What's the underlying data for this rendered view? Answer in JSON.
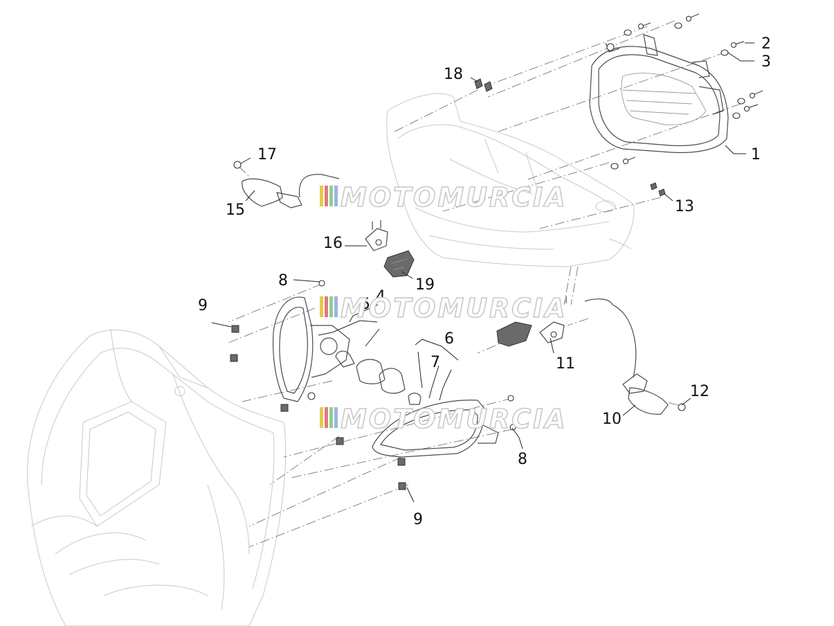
{
  "watermark": {
    "text": "MOTOMURCIA",
    "colors": [
      "#e9c94a",
      "#e47a7a",
      "#8fcf8f",
      "#9fb3e0"
    ]
  },
  "callouts": [
    "1",
    "2",
    "3",
    "4",
    "5",
    "6",
    "7",
    "8",
    "8",
    "9",
    "9",
    "10",
    "11",
    "12",
    "13",
    "15",
    "16",
    "17",
    "18",
    "19"
  ]
}
